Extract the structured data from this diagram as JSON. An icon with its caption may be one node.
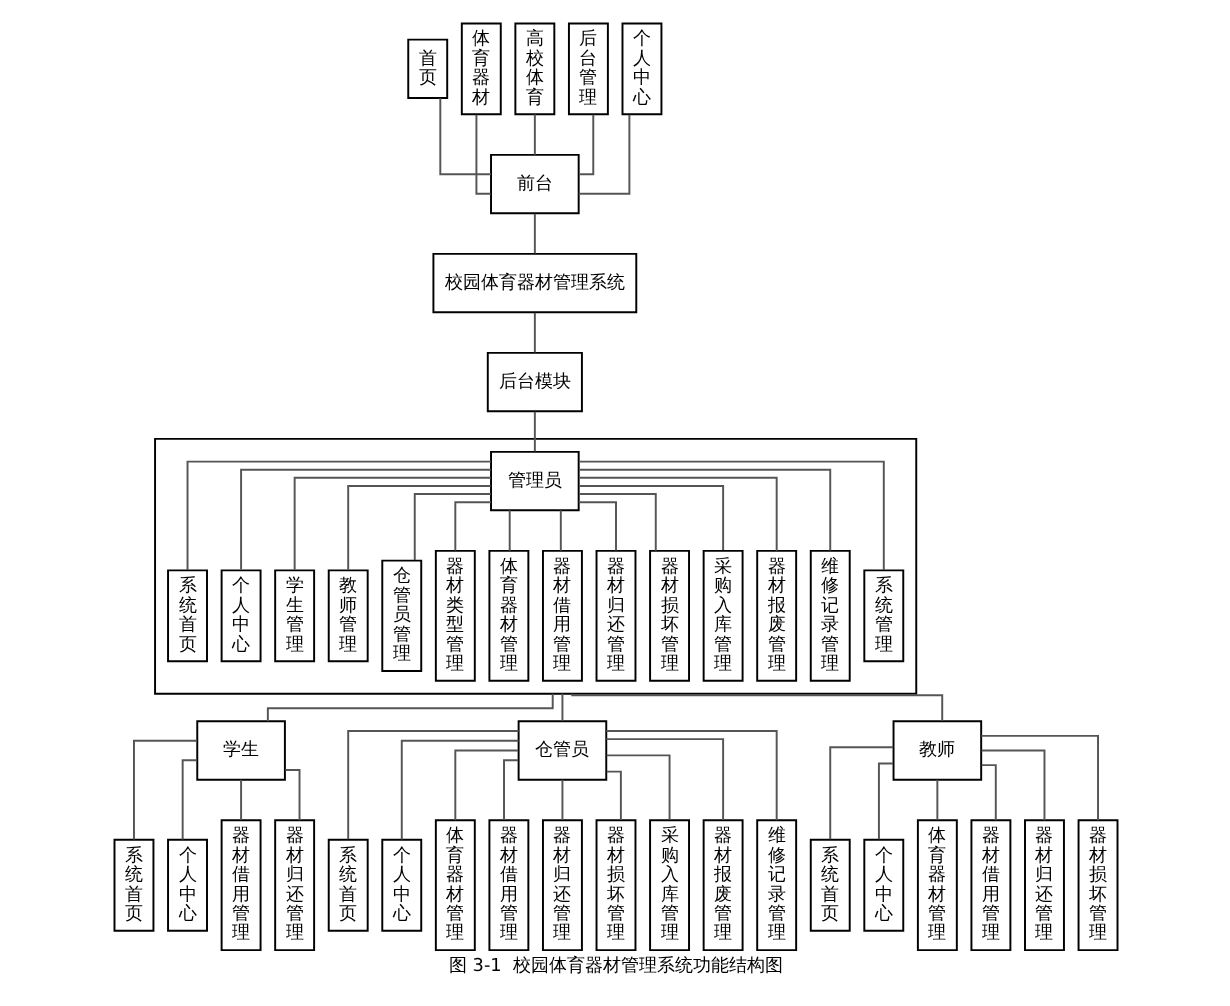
{
  "diagram": {
    "caption": "图 3-1  校园体育器材管理系统功能结构图",
    "nodes": [
      {
        "text": [
          "首页"
        ]
      },
      {
        "text": [
          "体育器材"
        ]
      },
      {
        "text": [
          "高校体育"
        ]
      },
      {
        "text": [
          "后台管理"
        ]
      },
      {
        "text": [
          "个人中心"
        ]
      },
      {
        "text": [
          "前台"
        ]
      },
      {
        "text": [
          "校园体育器材管理系统"
        ]
      },
      {
        "text": [
          "后台模块"
        ]
      },
      {
        "text": [],
        "shape": "box"
      },
      {
        "text": [
          "管理员"
        ],
        "in": 8
      },
      {
        "text": [
          "系统首页"
        ],
        "in": 8
      },
      {
        "text": [
          "个人中心"
        ],
        "in": 8
      },
      {
        "text": [
          "学生管理"
        ],
        "in": 8
      },
      {
        "text": [
          "教师管理"
        ],
        "in": 8
      },
      {
        "text": [
          "仓管员管理"
        ],
        "in": 8
      },
      {
        "text": [
          "器材类型管理"
        ],
        "in": 8
      },
      {
        "text": [
          "体育器材管理"
        ],
        "in": 8
      },
      {
        "text": [
          "器材借用管理"
        ],
        "in": 8
      },
      {
        "text": [
          "器材归还管理"
        ],
        "in": 8
      },
      {
        "text": [
          "器材损坏管理"
        ],
        "in": 8
      },
      {
        "text": [
          "采购入库管理"
        ],
        "in": 8
      },
      {
        "text": [
          "器材报废管理"
        ],
        "in": 8
      },
      {
        "text": [
          "维修记录管理"
        ],
        "in": 8
      },
      {
        "text": [
          "系统管理"
        ],
        "in": 8
      },
      {
        "text": [
          "学生"
        ]
      },
      {
        "text": [
          "仓管员"
        ]
      },
      {
        "text": [
          "教师"
        ]
      },
      {
        "text": [
          "系统首页"
        ]
      },
      {
        "text": [
          "个人中心"
        ]
      },
      {
        "text": [
          "器材借用管理"
        ]
      },
      {
        "text": [
          "器材归还管理"
        ]
      },
      {
        "text": [
          "系统首页"
        ]
      },
      {
        "text": [
          "个人中心"
        ]
      },
      {
        "text": [
          "体育器材管理"
        ]
      },
      {
        "text": [
          "器材借用管理"
        ]
      },
      {
        "text": [
          "器材归还管理"
        ]
      },
      {
        "text": [
          "器材损坏管理"
        ]
      },
      {
        "text": [
          "采购入库管理"
        ]
      },
      {
        "text": [
          "器材报废管理"
        ]
      },
      {
        "text": [
          "维修记录管理"
        ]
      },
      {
        "text": [
          "系统首页"
        ]
      },
      {
        "text": [
          "个人中心"
        ]
      },
      {
        "text": [
          "体育器材管理"
        ]
      },
      {
        "text": [
          "器材借用管理"
        ]
      },
      {
        "text": [
          "器材归还管理"
        ]
      },
      {
        "text": [
          "器材损坏管理"
        ]
      }
    ],
    "edges": [
      {
        "from": 0,
        "to": 5,
        "arrow": "none"
      },
      {
        "from": 1,
        "to": 5,
        "arrow": "none"
      },
      {
        "from": 2,
        "to": 5,
        "arrow": "none"
      },
      {
        "from": 3,
        "to": 5,
        "arrow": "none"
      },
      {
        "from": 4,
        "to": 5,
        "arrow": "none"
      },
      {
        "from": 5,
        "to": 6,
        "arrow": "none"
      },
      {
        "from": 6,
        "to": 7,
        "arrow": "none"
      },
      {
        "from": 7,
        "to": 9,
        "arrow": "none"
      },
      {
        "from": 9,
        "to": 10,
        "arrow": "none"
      },
      {
        "from": 9,
        "to": 11,
        "arrow": "none"
      },
      {
        "from": 9,
        "to": 12,
        "arrow": "none"
      },
      {
        "from": 9,
        "to": 13,
        "arrow": "none"
      },
      {
        "from": 9,
        "to": 14,
        "arrow": "none"
      },
      {
        "from": 9,
        "to": 15,
        "arrow": "none"
      },
      {
        "from": 9,
        "to": 16,
        "arrow": "none"
      },
      {
        "from": 9,
        "to": 17,
        "arrow": "none"
      },
      {
        "from": 9,
        "to": 18,
        "arrow": "none"
      },
      {
        "from": 9,
        "to": 19,
        "arrow": "none"
      },
      {
        "from": 9,
        "to": 20,
        "arrow": "none"
      },
      {
        "from": 9,
        "to": 21,
        "arrow": "none"
      },
      {
        "from": 9,
        "to": 22,
        "arrow": "none"
      },
      {
        "from": 9,
        "to": 23,
        "arrow": "none"
      },
      {
        "from": 8,
        "to": 24,
        "arrow": "none"
      },
      {
        "from": 8,
        "to": 25,
        "arrow": "none"
      },
      {
        "from": 8,
        "to": 26,
        "arrow": "none"
      },
      {
        "from": 24,
        "to": 27,
        "arrow": "none"
      },
      {
        "from": 24,
        "to": 28,
        "arrow": "none"
      },
      {
        "from": 24,
        "to": 29,
        "arrow": "none"
      },
      {
        "from": 24,
        "to": 30,
        "arrow": "none"
      },
      {
        "from": 25,
        "to": 31,
        "arrow": "none"
      },
      {
        "from": 25,
        "to": 32,
        "arrow": "none"
      },
      {
        "from": 25,
        "to": 33,
        "arrow": "none"
      },
      {
        "from": 25,
        "to": 34,
        "arrow": "none"
      },
      {
        "from": 25,
        "to": 35,
        "arrow": "none"
      },
      {
        "from": 25,
        "to": 36,
        "arrow": "none"
      },
      {
        "from": 25,
        "to": 37,
        "arrow": "none"
      },
      {
        "from": 25,
        "to": 38,
        "arrow": "none"
      },
      {
        "from": 25,
        "to": 39,
        "arrow": "none"
      },
      {
        "from": 26,
        "to": 40,
        "arrow": "none"
      },
      {
        "from": 26,
        "to": 41,
        "arrow": "none"
      },
      {
        "from": 26,
        "to": 42,
        "arrow": "none"
      },
      {
        "from": 26,
        "to": 43,
        "arrow": "none"
      },
      {
        "from": 26,
        "to": 44,
        "arrow": "none"
      },
      {
        "from": 26,
        "to": 45,
        "arrow": "none"
      }
    ]
  }
}
